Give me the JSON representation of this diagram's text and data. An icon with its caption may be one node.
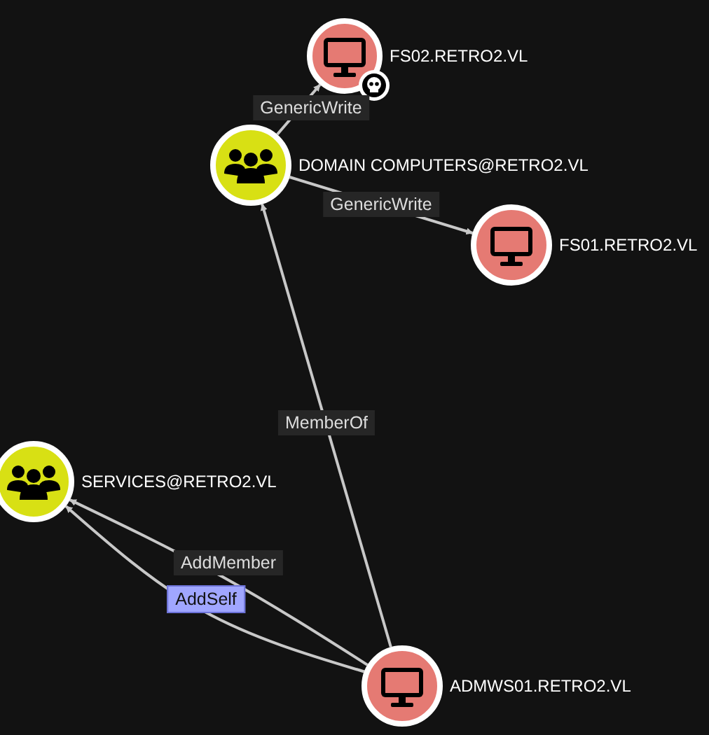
{
  "diagram": {
    "nodes": [
      {
        "text": [
          "FS02.RETRO2.VL"
        ]
      },
      {
        "text": [
          "DOMAIN COMPUTERS@RETRO2.VL"
        ]
      },
      {
        "text": [
          "FS01.RETRO2.VL"
        ]
      },
      {
        "text": [
          "SERVICES@RETRO2.VL"
        ]
      },
      {
        "text": [
          "ADMWS01.RETRO2.VL"
        ]
      }
    ],
    "edges": [
      {
        "from": 1,
        "to": 0,
        "arrow": "to",
        "label": "GenericWrite"
      },
      {
        "from": 1,
        "to": 2,
        "arrow": "to",
        "label": "GenericWrite"
      },
      {
        "from": 4,
        "to": 1,
        "arrow": "to",
        "label": "MemberOf"
      },
      {
        "from": 4,
        "to": 3,
        "arrow": "to",
        "label": "AddMember"
      },
      {
        "from": 4,
        "to": 3,
        "arrow": "to",
        "label": "AddSelf"
      }
    ]
  }
}
